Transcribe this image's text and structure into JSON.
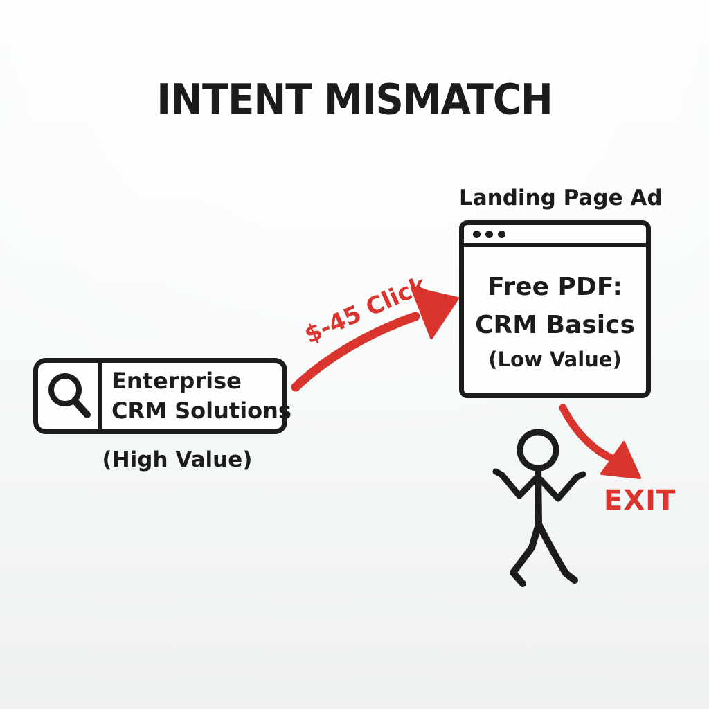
{
  "title": "INTENT MISMATCH",
  "search": {
    "icon": "magnifier-icon",
    "query_line1": "Enterprise",
    "query_line2": "CRM Solutions",
    "value_label": "(High Value)"
  },
  "click_arrow": {
    "label": "$-45 Click"
  },
  "landing_page": {
    "header": "Landing Page Ad",
    "window_dot_count": 3,
    "line1": "Free PDF:",
    "line2": "CRM Basics",
    "value_label": "(Low Value)"
  },
  "exit": {
    "label": "EXIT"
  },
  "figure": "shrugging-stick-figure",
  "colors": {
    "ink": "#1c1c1e",
    "red": "#d9352e",
    "background": "#f7fafa"
  }
}
